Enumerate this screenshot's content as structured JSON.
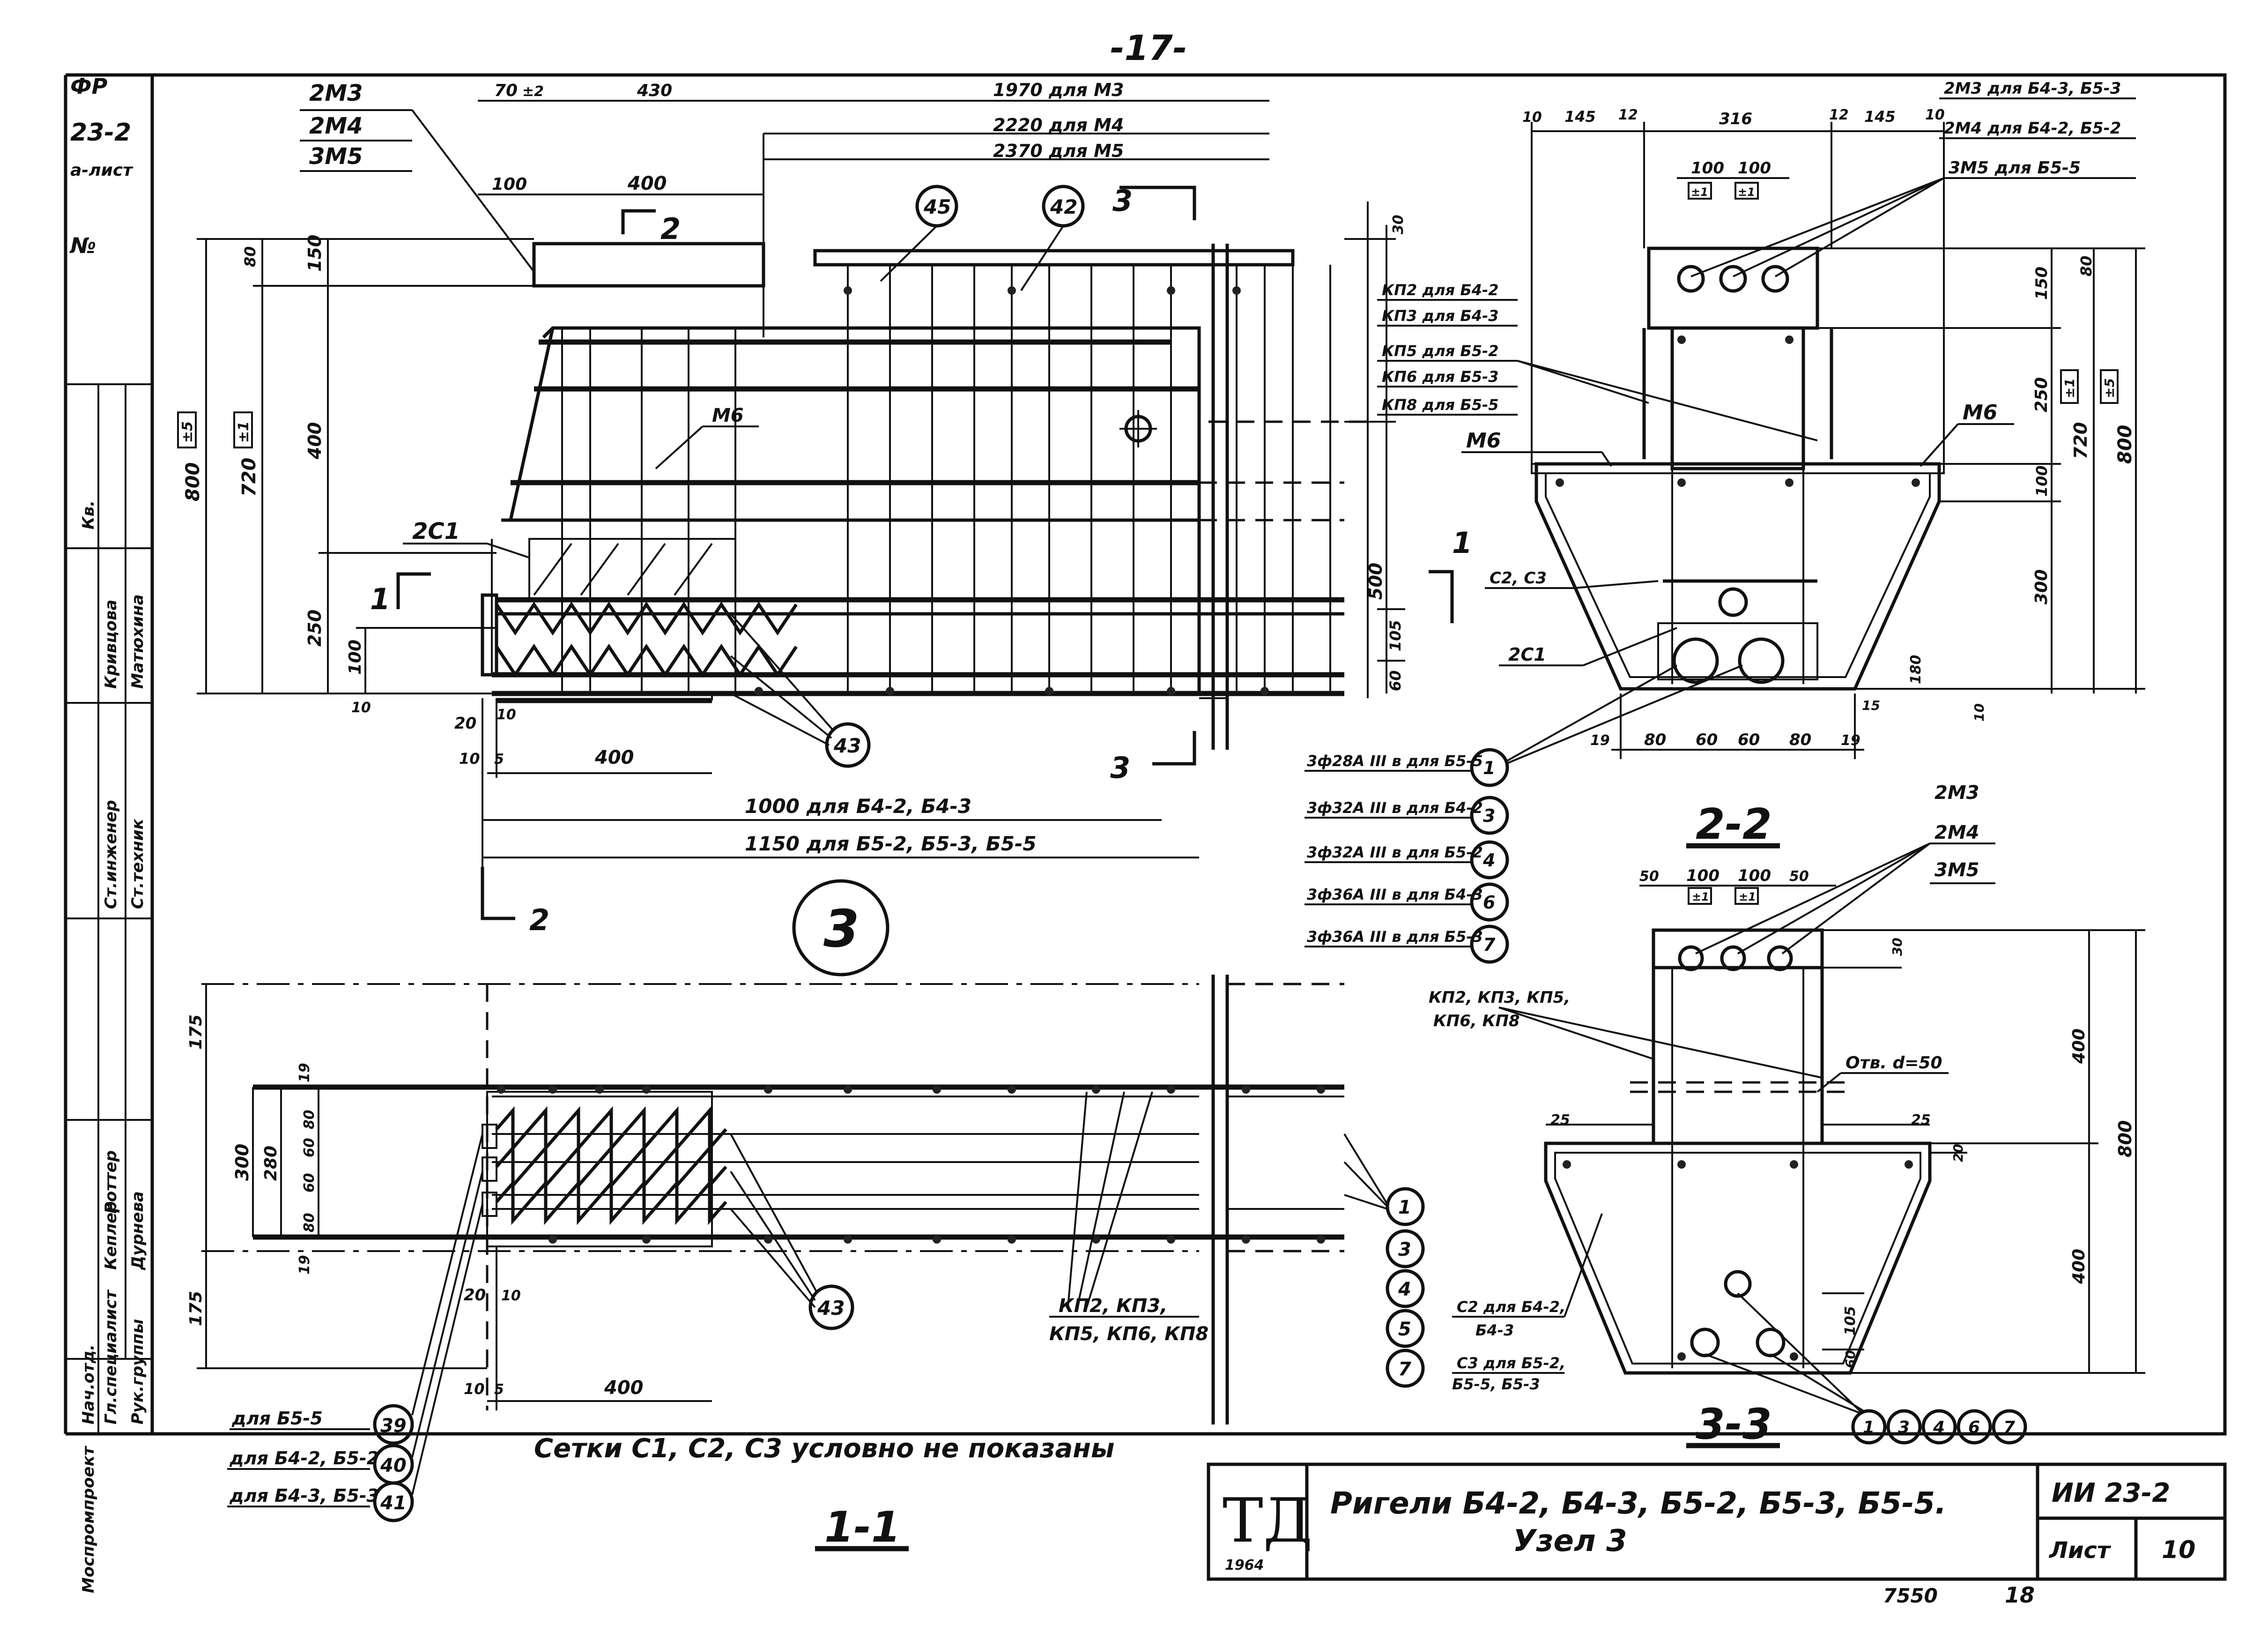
{
  "page_number": "-17-",
  "side_stamp": {
    "top": [
      "ФР",
      "23-2",
      "а-лист",
      "№"
    ],
    "roles": [
      "Кв.",
      "Кривцова",
      "Матюхина",
      "Ст.инженер",
      "Ст.техник",
      "Нач.отд.",
      "Гл.специалист",
      "Рук.группы",
      "Моспромпроект"
    ],
    "names": [
      "Роттер",
      "Кеплер",
      "Дурнева"
    ]
  },
  "view_main": {
    "dims_top": [
      "70",
      "±2",
      "430",
      "1970 для М3",
      "2220 для М4",
      "2370 для М5",
      "100",
      "400"
    ],
    "labels_top": [
      "2М3",
      "2М4",
      "3М5"
    ],
    "dims_left": [
      "80",
      "150",
      "400",
      "250",
      "100",
      "10",
      "800",
      "±5",
      "720",
      "±1"
    ],
    "dims_right": [
      "30",
      "500",
      "105",
      "60"
    ],
    "labels": [
      "М6",
      "2С1"
    ],
    "callouts": [
      "45",
      "42",
      "43",
      "3"
    ],
    "section_marks": [
      "2",
      "3",
      "1",
      "1",
      "3",
      "2"
    ],
    "dims_bottom": [
      "20",
      "10",
      "10",
      "5",
      "400",
      "1000 для Б4-2, Б4-3",
      "1150 для Б5-2, Б5-3, Б5-5"
    ]
  },
  "view_22": {
    "title": "2-2",
    "dims_top": [
      "10",
      "145",
      "12",
      "316",
      "12",
      "145",
      "10",
      "100",
      "100",
      "±1",
      "±1"
    ],
    "notes_top": [
      "2М3 для Б4-3, Б5-3",
      "2М4 для Б4-2, Б5-2",
      "3М5 для Б5-5"
    ],
    "notes_left": [
      "КП2 для Б4-2",
      "КП3 для Б4-3",
      "КП5 для Б5-2",
      "КП6 для Б5-3",
      "КП8 для Б5-5",
      "М6",
      "С2, С3",
      "2С1"
    ],
    "label_right": "М6",
    "dims_right": [
      "80",
      "150",
      "250",
      "±1",
      "720",
      "±5",
      "800",
      "100",
      "300",
      "180",
      "10",
      "15"
    ],
    "dims_bottom": [
      "19",
      "80",
      "60",
      "60",
      "80",
      "19"
    ],
    "bars": [
      {
        "text": "3ф28А III в для Б5-5",
        "n": "1"
      },
      {
        "text": "3ф32А III в для Б4-2",
        "n": "3"
      },
      {
        "text": "3ф32А III в для Б5-2",
        "n": "4"
      },
      {
        "text": "3ф36А III в для Б4-3",
        "n": "6"
      },
      {
        "text": "3ф36А III в для Б5-3",
        "n": "7"
      }
    ]
  },
  "view_33": {
    "title": "3-3",
    "dims_top": [
      "50",
      "100",
      "100",
      "50",
      "±1",
      "±1",
      "30"
    ],
    "labels_right": [
      "2М3",
      "2М4",
      "3М5"
    ],
    "notes_left": [
      "КП2, КП3, КП5,",
      "КП6, КП8"
    ],
    "hole": "Отв. d=50",
    "dims": [
      "25",
      "25",
      "400",
      "800",
      "400",
      "20",
      "105",
      "60"
    ],
    "notes_bottom_left": [
      "С2 для Б4-2,",
      "Б4-3",
      "С3 для Б5-2,",
      "Б5-5, Б5-3"
    ],
    "bars": [
      "1",
      "3",
      "4",
      "6",
      "7"
    ]
  },
  "view_11": {
    "title": "1-1",
    "note": "Сетки С1, С2, С3 условно не показаны",
    "dims_left": [
      "175",
      "300",
      "280",
      "175",
      "19",
      "19",
      "80",
      "60",
      "60",
      "80"
    ],
    "dims_bottom": [
      "20",
      "10",
      "10",
      "5",
      "400"
    ],
    "callouts": [
      "43",
      "1",
      "3",
      "4",
      "5",
      "7"
    ],
    "label_kp": [
      "КП2, КП3,",
      "КП5, КП6, КП8"
    ],
    "legend": [
      {
        "text": "для Б5-5",
        "n": "39"
      },
      {
        "text": "для Б4-2, Б5-2",
        "n": "40"
      },
      {
        "text": "для Б4-3, Б5-3",
        "n": "41"
      }
    ]
  },
  "node_number": "3",
  "title_block": {
    "logo": "ТД",
    "year": "1964",
    "title_line1": "Ригели Б4-2, Б4-3, Б5-2, Б5-3, Б5-5.",
    "title_line2": "Узел 3",
    "code": "ИИ 23-2",
    "sheet_label": "Лист",
    "sheet_no": "10"
  },
  "footer": [
    "7550",
    "18"
  ]
}
